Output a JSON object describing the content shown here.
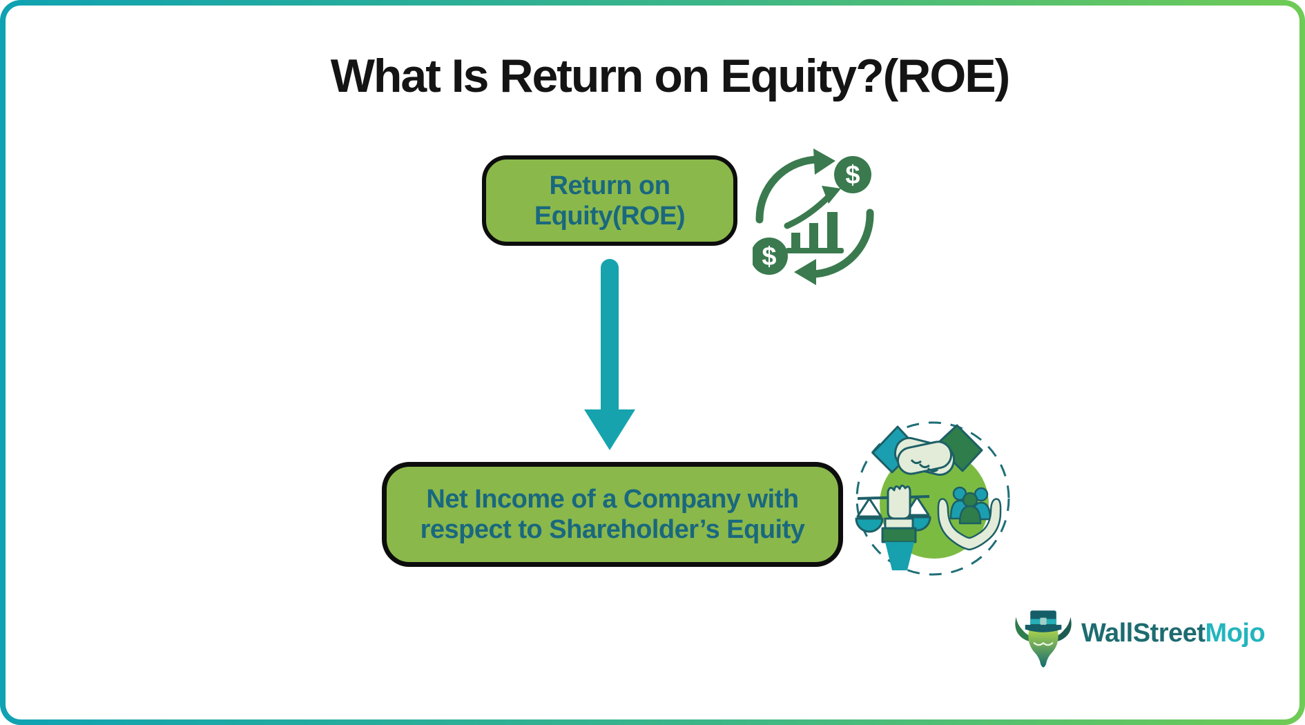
{
  "title": "What Is Return on Equity?(ROE)",
  "flowchart": {
    "top_box": {
      "line1": "Return on",
      "line2": "Equity(ROE)"
    },
    "bottom_box": {
      "line1": "Net Income of a Company with",
      "line2": "respect to Shareholder’s Equity"
    }
  },
  "icons": {
    "money_cycle": {
      "label": "money-growth-cycle",
      "dollar_sign": "$"
    },
    "stakeholders": {
      "label": "stakeholders-agreement"
    }
  },
  "logo": {
    "part1": "WallStreet",
    "part2": "Mojo"
  },
  "colors": {
    "frame_teal": "#0FA2B2",
    "frame_green": "#6FCB55",
    "box_fill": "#8BB84B",
    "box_border": "#0D0D0D",
    "box_text": "#19687F",
    "title_text": "#141414",
    "arrow_teal": "#16A3AE",
    "icon_forest_green": "#3A7A4E",
    "icon_teal": "#17A0AD",
    "icon_outline": "#1D5F66",
    "icon_hand_light": "#E3ECD9",
    "icon_dark_green": "#2E7D4B",
    "stakeholder_circle": "#7CBB42",
    "logo_dark": "#1D6B70",
    "logo_bright": "#23B5BD"
  }
}
